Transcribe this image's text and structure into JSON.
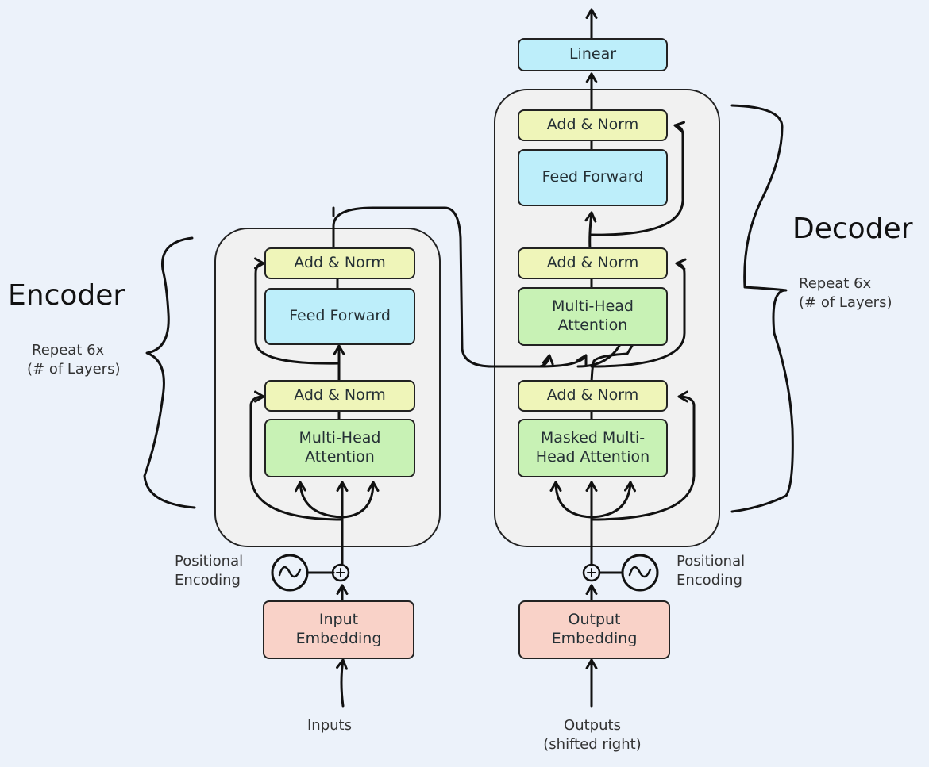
{
  "encoder": {
    "title": "Encoder",
    "repeat_line1": "Repeat 6x",
    "repeat_line2": "(# of Layers)",
    "blocks": {
      "add_norm_top": "Add & Norm",
      "feed_forward": "Feed Forward",
      "add_norm_bottom": "Add & Norm",
      "attention": "Multi-Head Attention"
    },
    "positional_line1": "Positional",
    "positional_line2": "Encoding",
    "embedding": "Input Embedding",
    "input_label": "Inputs"
  },
  "decoder": {
    "title": "Decoder",
    "repeat_line1": "Repeat 6x",
    "repeat_line2": "(# of Layers)",
    "blocks": {
      "add_norm_top": "Add & Norm",
      "feed_forward": "Feed Forward",
      "add_norm_mid": "Add & Norm",
      "cross_attention": "Multi-Head Attention",
      "add_norm_bottom": "Add & Norm",
      "masked_attention": "Masked Multi-Head Attention"
    },
    "linear": "Linear",
    "positional_line1": "Positional",
    "positional_line2": "Encoding",
    "embedding": "Output Embedding",
    "output_label_line1": "Outputs",
    "output_label_line2": "(shifted right)"
  },
  "colors": {
    "background": "#ecf2fa",
    "add_norm": "#eff5b9",
    "feed_forward": "#bdeefa",
    "attention": "#c8f2b5",
    "embedding": "#f9d2c8",
    "stack": "#f1f1f1"
  }
}
